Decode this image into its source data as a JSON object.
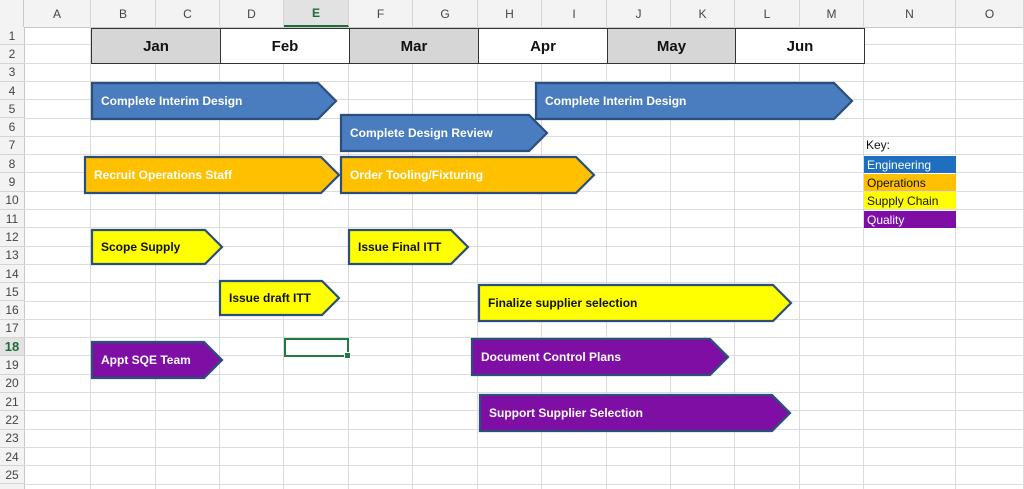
{
  "spreadsheet": {
    "columns": [
      "A",
      "B",
      "C",
      "D",
      "E",
      "F",
      "G",
      "H",
      "I",
      "J",
      "K",
      "L",
      "M",
      "N",
      "O"
    ],
    "rows": [
      "1",
      "2",
      "3",
      "4",
      "5",
      "6",
      "7",
      "8",
      "9",
      "10",
      "11",
      "12",
      "13",
      "14",
      "15",
      "16",
      "17",
      "18",
      "19",
      "20",
      "21",
      "22",
      "23",
      "24",
      "25"
    ],
    "active_column": "E",
    "active_row": "18"
  },
  "months": [
    {
      "label": "Jan",
      "style": "grey"
    },
    {
      "label": "Feb",
      "style": "white"
    },
    {
      "label": "Mar",
      "style": "grey"
    },
    {
      "label": "Apr",
      "style": "white"
    },
    {
      "label": "May",
      "style": "grey"
    },
    {
      "label": "Jun",
      "style": "white"
    }
  ],
  "colors": {
    "engineering": "#4a7cc0",
    "operations": "#ffc000",
    "supply_chain": "#ffff00",
    "quality": "#7f0ea4",
    "outline": "#2b4f7a"
  },
  "tasks": [
    {
      "label": "Complete Interim Design",
      "category": "engineering"
    },
    {
      "label": "Complete Interim Design",
      "category": "engineering"
    },
    {
      "label": "Complete Design Review",
      "category": "engineering"
    },
    {
      "label": "Recruit Operations Staff",
      "category": "operations"
    },
    {
      "label": "Order Tooling/Fixturing",
      "category": "operations"
    },
    {
      "label": "Scope Supply",
      "category": "supply_chain"
    },
    {
      "label": "Issue Final ITT",
      "category": "supply_chain"
    },
    {
      "label": "Issue draft ITT",
      "category": "supply_chain"
    },
    {
      "label": "Finalize supplier selection",
      "category": "supply_chain"
    },
    {
      "label": "Appt SQE Team",
      "category": "quality"
    },
    {
      "label": "Document Control Plans",
      "category": "quality"
    },
    {
      "label": "Support Supplier Selection",
      "category": "quality"
    }
  ],
  "key": {
    "title": "Key:",
    "items": [
      {
        "label": "Engineering",
        "color": "#1f6fc0",
        "text_color": "#ffffff"
      },
      {
        "label": "Operations",
        "color": "#ffc000",
        "text_color": "#111111"
      },
      {
        "label": "Supply Chain",
        "color": "#ffff00",
        "text_color": "#111111"
      },
      {
        "label": "Quality",
        "color": "#7f0ea4",
        "text_color": "#ffffff"
      }
    ]
  }
}
